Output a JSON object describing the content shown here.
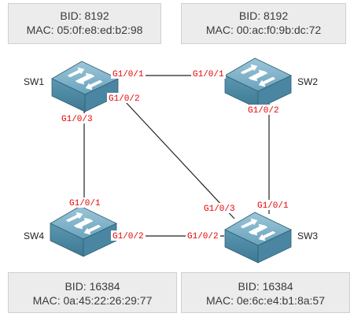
{
  "switches": {
    "sw1": {
      "name": "SW1",
      "bid_label": "BID: 8192",
      "mac_label": "MAC: 05:0f:e8:ed:b2:98"
    },
    "sw2": {
      "name": "SW2",
      "bid_label": "BID: 8192",
      "mac_label": "MAC: 00:ac:f0:9b:dc:72"
    },
    "sw3": {
      "name": "SW3",
      "bid_label": "BID: 16384",
      "mac_label": "MAC: 0e:6c:e4:b1:8a:57"
    },
    "sw4": {
      "name": "SW4",
      "bid_label": "BID: 16384",
      "mac_label": "MAC: 0a:45:22:26:29:77"
    }
  },
  "ports": {
    "sw1_g101": "G1/0/1",
    "sw1_g102": "G1/0/2",
    "sw1_g103": "G1/0/3",
    "sw2_g101": "G1/0/1",
    "sw2_g102": "G1/0/2",
    "sw3_g101": "G1/0/1",
    "sw3_g102": "G1/0/2",
    "sw3_g103": "G1/0/3",
    "sw4_g101": "G1/0/1",
    "sw4_g102": "G1/0/2"
  },
  "colors": {
    "switch_top": "#7fb2c9",
    "switch_side": "#4d8aa6",
    "port_label": "#e60000",
    "link": "#222222",
    "box_bg": "#ececec"
  }
}
